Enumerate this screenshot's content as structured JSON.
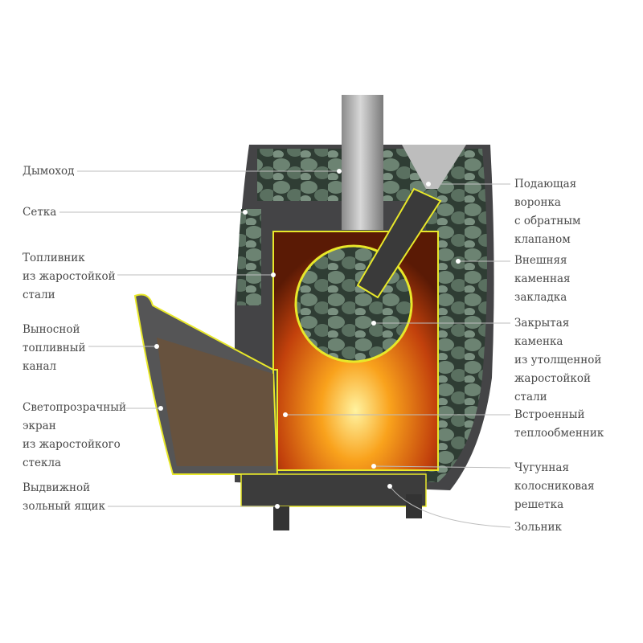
{
  "left_labels": [
    {
      "id": "chimney",
      "lines": [
        "Дымоход"
      ]
    },
    {
      "id": "mesh",
      "lines": [
        "Сетка"
      ]
    },
    {
      "id": "firebox",
      "lines": [
        "Топливник",
        "из жаростойкой",
        "стали"
      ]
    },
    {
      "id": "fuel-channel",
      "lines": [
        "Выносной",
        "топливный",
        "канал"
      ]
    },
    {
      "id": "glass-screen",
      "lines": [
        "Светопрозрачный",
        "экран",
        "из жаростойкого",
        "стекла"
      ]
    },
    {
      "id": "ash-drawer",
      "lines": [
        "Выдвижной",
        "зольный ящик"
      ]
    }
  ],
  "right_labels": [
    {
      "id": "funnel",
      "lines": [
        "Подающая",
        "воронка",
        "с обратным",
        "клапаном"
      ]
    },
    {
      "id": "outer-stones",
      "lines": [
        "Внешняя",
        "каменная",
        "закладка"
      ]
    },
    {
      "id": "closed-heater",
      "lines": [
        "Закрытая",
        "каменка",
        "из утолщенной",
        "жаростойкой",
        "стали"
      ]
    },
    {
      "id": "heat-exchanger",
      "lines": [
        "Встроенный",
        "теплообменник"
      ]
    },
    {
      "id": "grate",
      "lines": [
        "Чугунная",
        "колосниковая",
        "решетка"
      ]
    },
    {
      "id": "ash-pit",
      "lines": [
        "Зольник"
      ]
    }
  ],
  "colors": {
    "outline": "#e8e82a",
    "body": "#4a4a4c",
    "stone": "#5f7566",
    "fire": "#f08a1a",
    "text": "#4a4a4a"
  }
}
